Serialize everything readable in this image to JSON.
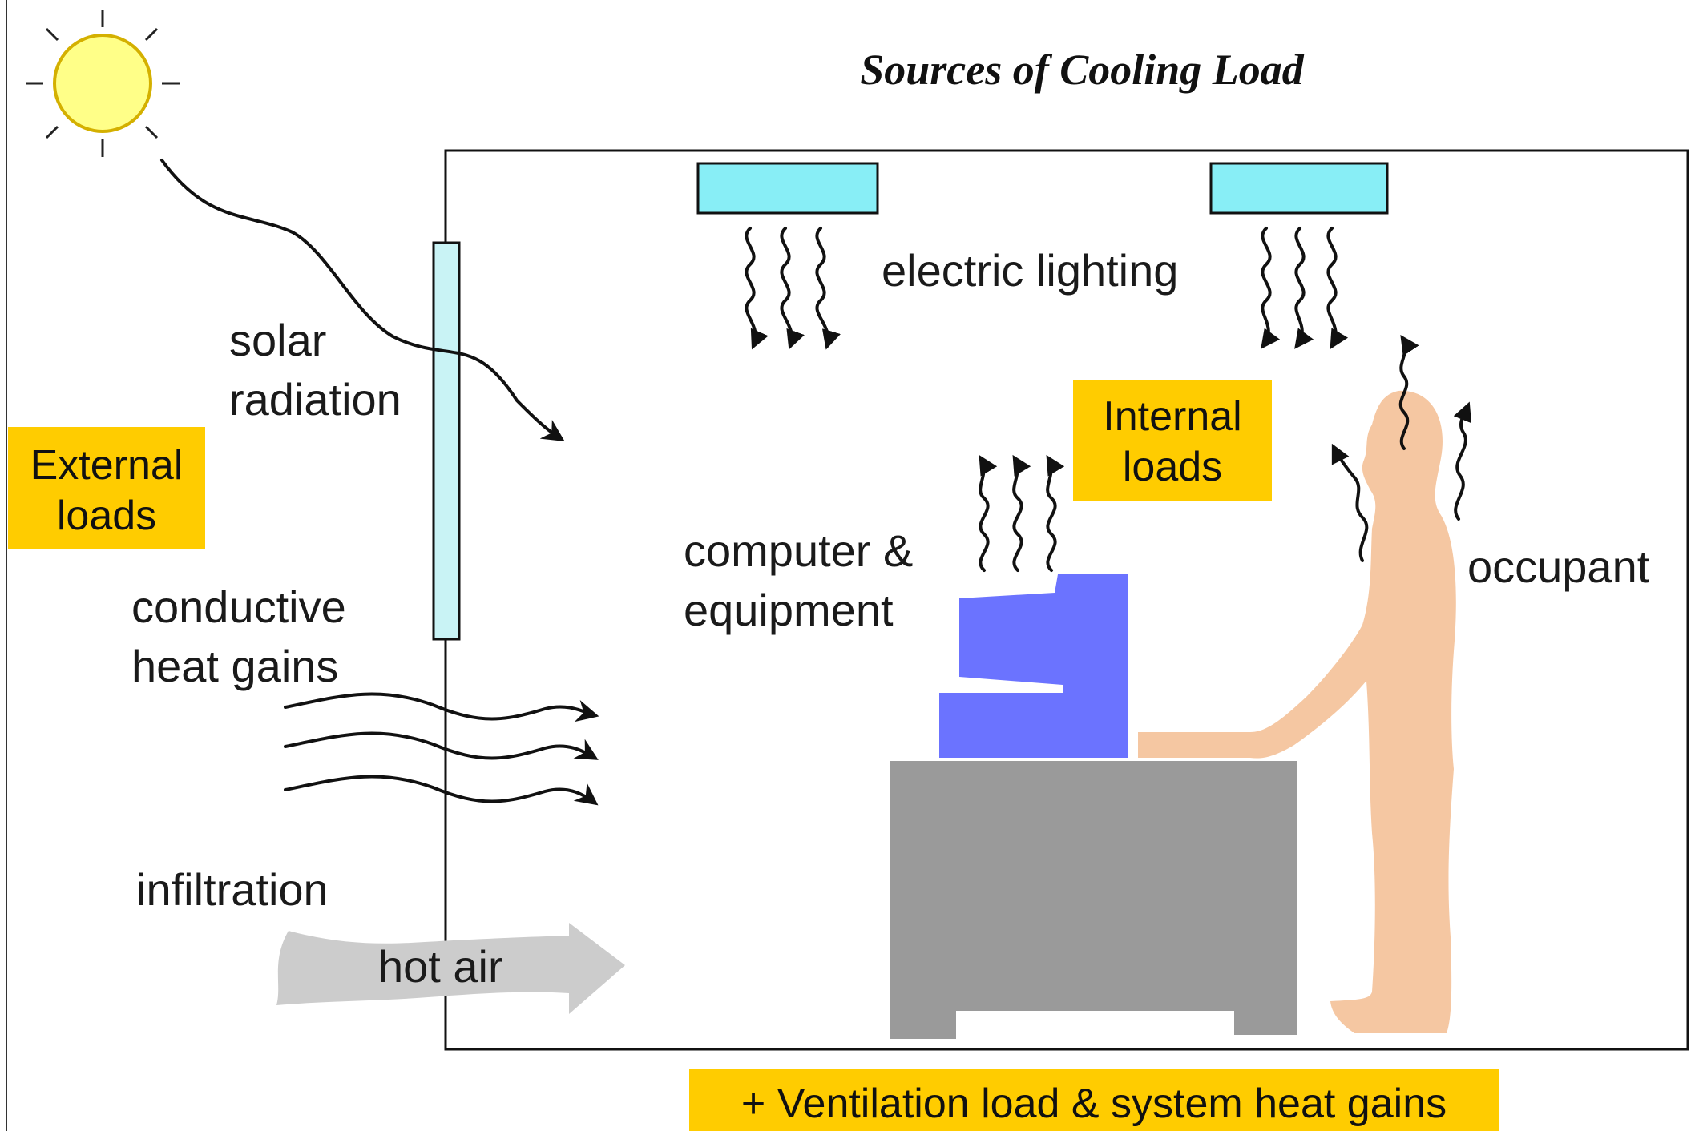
{
  "title": "Sources of Cooling Load",
  "colors": {
    "highlight_box": "#FFCC00",
    "light_fixture": "#88EEF6",
    "window": "#C9F3F5",
    "computer": "#6B73FF",
    "desk": "#9A9A9A",
    "occupant": "#F5C7A2",
    "hot_air_arrow": "#CCCCCC",
    "sun_fill": "#FFFF88",
    "sun_stroke": "#D4B000"
  },
  "icons": [
    "sun-icon",
    "light-fixture-icon",
    "window-icon",
    "computer-icon",
    "desk-icon",
    "occupant-icon",
    "heat-wave-icon",
    "hot-air-arrow-icon"
  ],
  "boxes": {
    "external": [
      "External",
      "loads"
    ],
    "internal": [
      "Internal",
      "loads"
    ],
    "ventilation": "+ Ventilation load & system heat gains"
  },
  "labels": {
    "solar": [
      "solar",
      "radiation"
    ],
    "conductive": [
      "conductive",
      "heat gains"
    ],
    "infiltration": "infiltration",
    "hot_air": "hot air",
    "lighting": "electric lighting",
    "computer": [
      "computer &",
      "equipment"
    ],
    "occupant": "occupant"
  }
}
